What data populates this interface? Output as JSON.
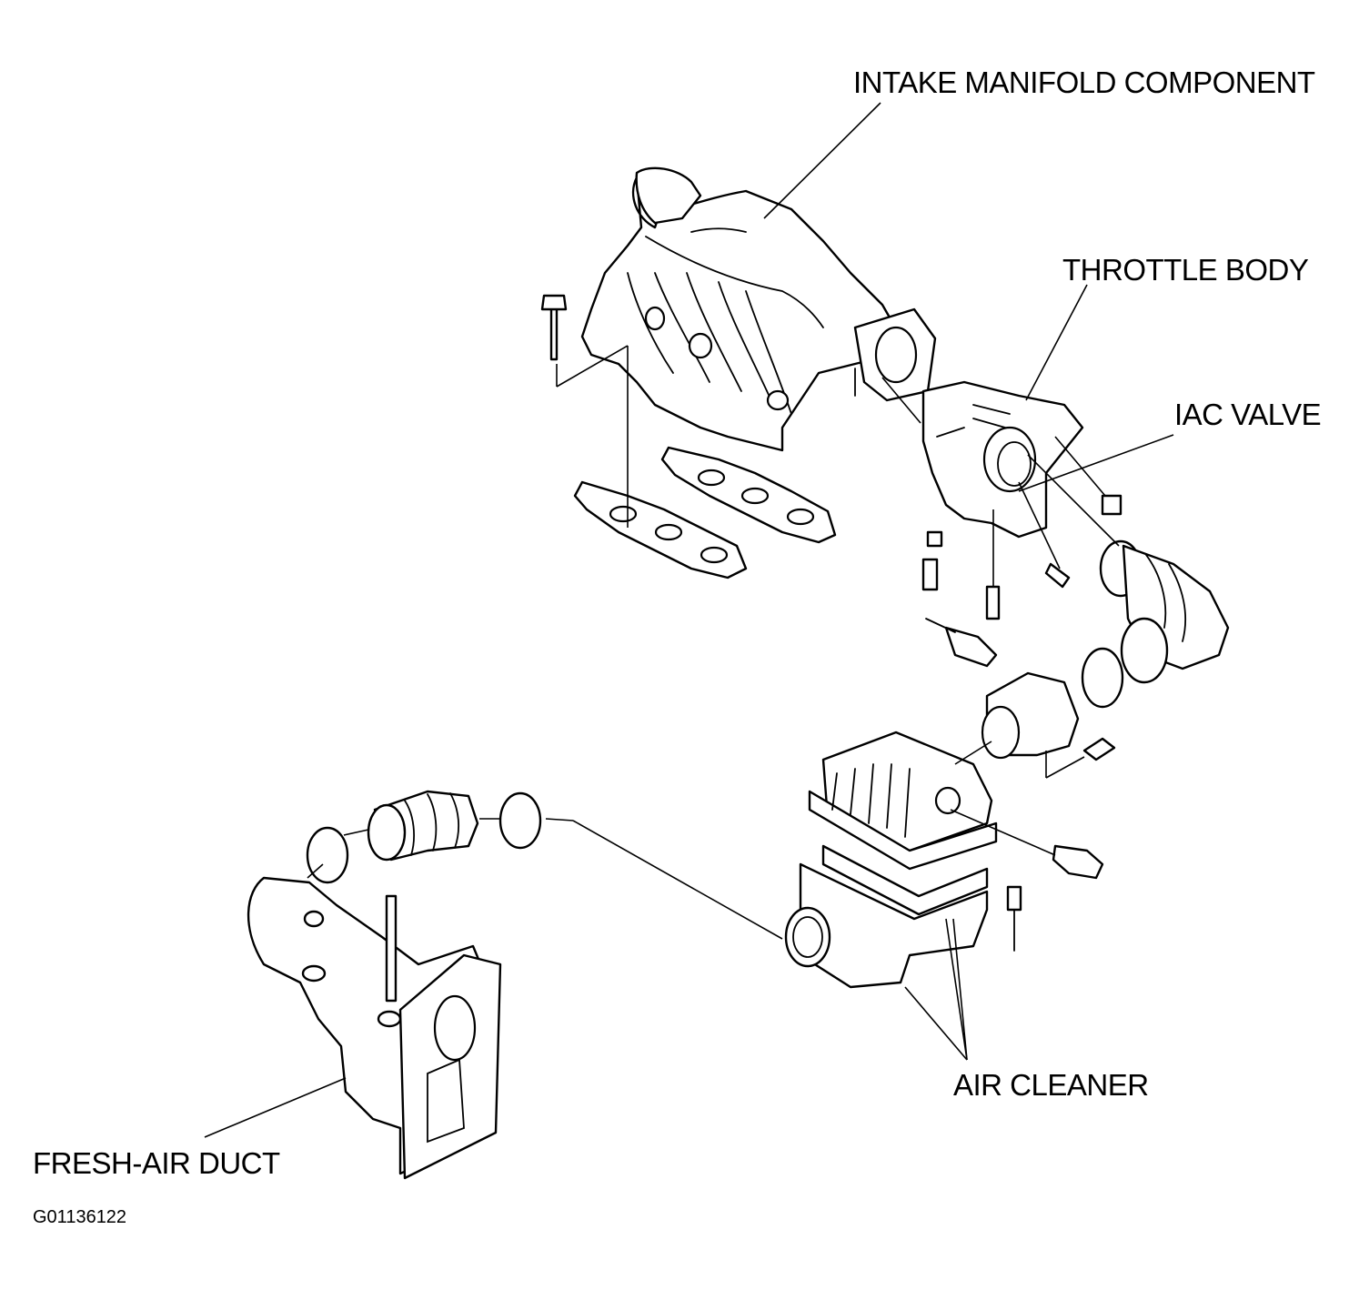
{
  "labels": {
    "intake_manifold": "INTAKE MANIFOLD COMPONENT",
    "throttle_body": "THROTTLE BODY",
    "iac_valve": "IAC VALVE",
    "air_cleaner": "AIR CLEANER",
    "fresh_air_duct": "FRESH-AIR DUCT",
    "figure_id": "G01136122"
  }
}
